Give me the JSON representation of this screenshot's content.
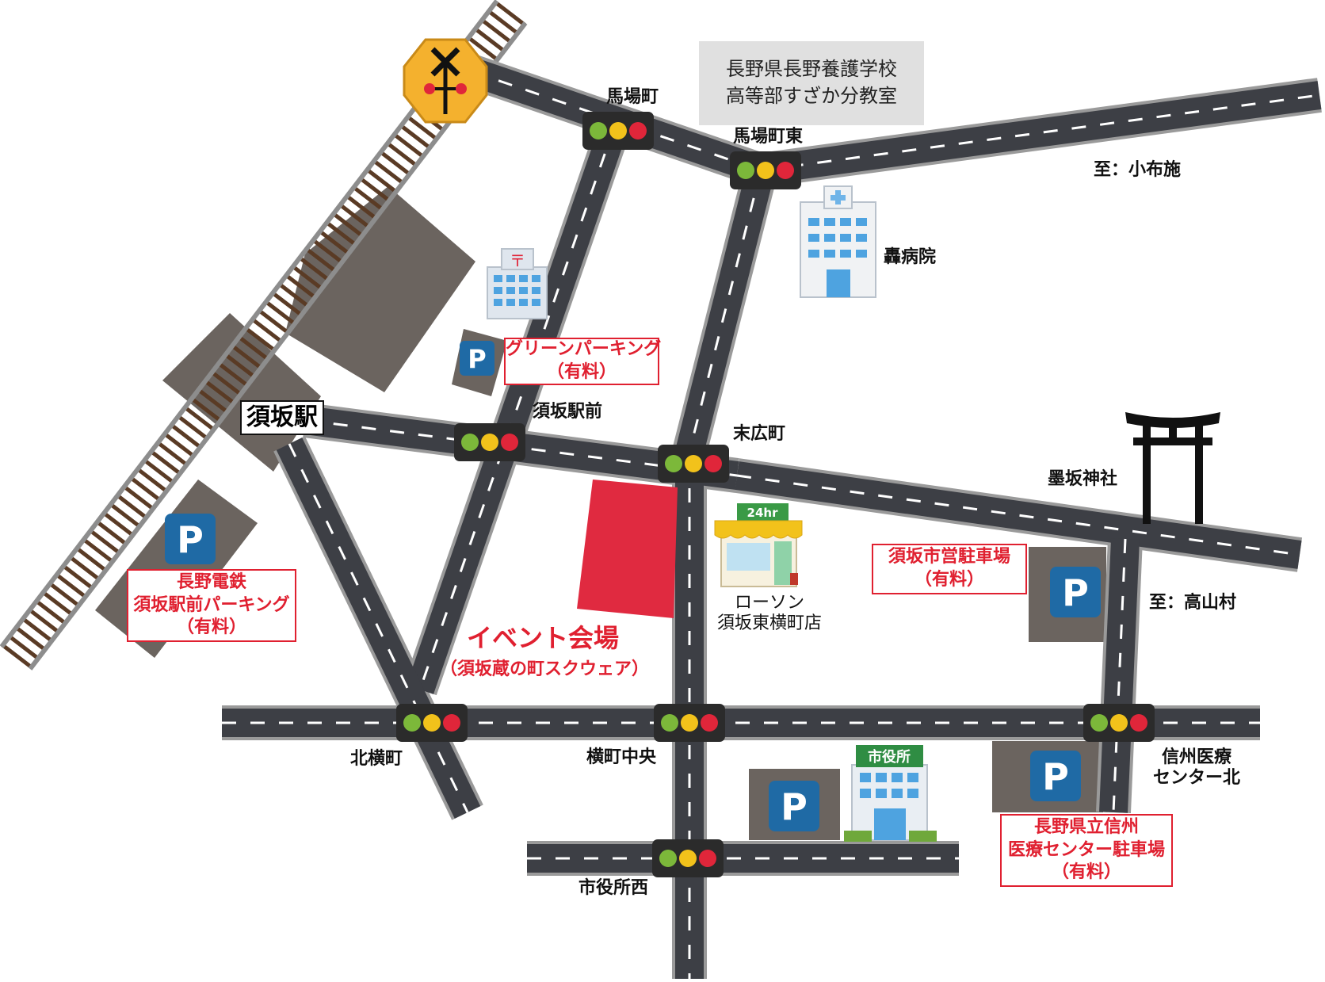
{
  "school": {
    "line1": "長野県長野養護学校",
    "line2": "高等部すざか分教室"
  },
  "station": "須坂駅",
  "intersections": {
    "babacho": "馬場町",
    "babacho_higashi": "馬場町東",
    "suzaka_ekimae": "須坂駅前",
    "suehirocho": "末広町",
    "kitayokomachi": "北横町",
    "yokomachi_chuo": "横町中央",
    "shiyakusho_nishi": "市役所西",
    "shinshu_line1": "信州医療",
    "shinshu_line2": "センター北"
  },
  "directions": {
    "obuse": "至：小布施",
    "takayama": "至：高山村"
  },
  "landmarks": {
    "hospital": "轟病院",
    "shrine": "墨坂神社",
    "lawson_line1": "ローソン",
    "lawson_line2": "須坂東横町店",
    "city_hall_sign": "市役所",
    "store_sign": "24hr"
  },
  "parking": {
    "symbol": "P",
    "green": {
      "line1": "グリーンパーキング",
      "line2": "（有料）"
    },
    "nagano_dentetsu": {
      "line1": "長野電鉄",
      "line2": "須坂駅前パーキング",
      "line3": "（有料）"
    },
    "city": {
      "line1": "須坂市営駐車場",
      "line2": "（有料）"
    },
    "shinshu": {
      "line1": "長野県立信州",
      "line2": "医療センター駐車場",
      "line3": "（有料）"
    }
  },
  "event": {
    "line1": "イベント会場",
    "line2": "（須坂蔵の町スクウェア）"
  },
  "colors": {
    "road": "#3d3f45",
    "road_edge": "#9a9a9a",
    "building": "#6b645f",
    "parking_blue": "#1f6aa5",
    "event_red": "#e02a40",
    "label_red": "#e02030"
  }
}
